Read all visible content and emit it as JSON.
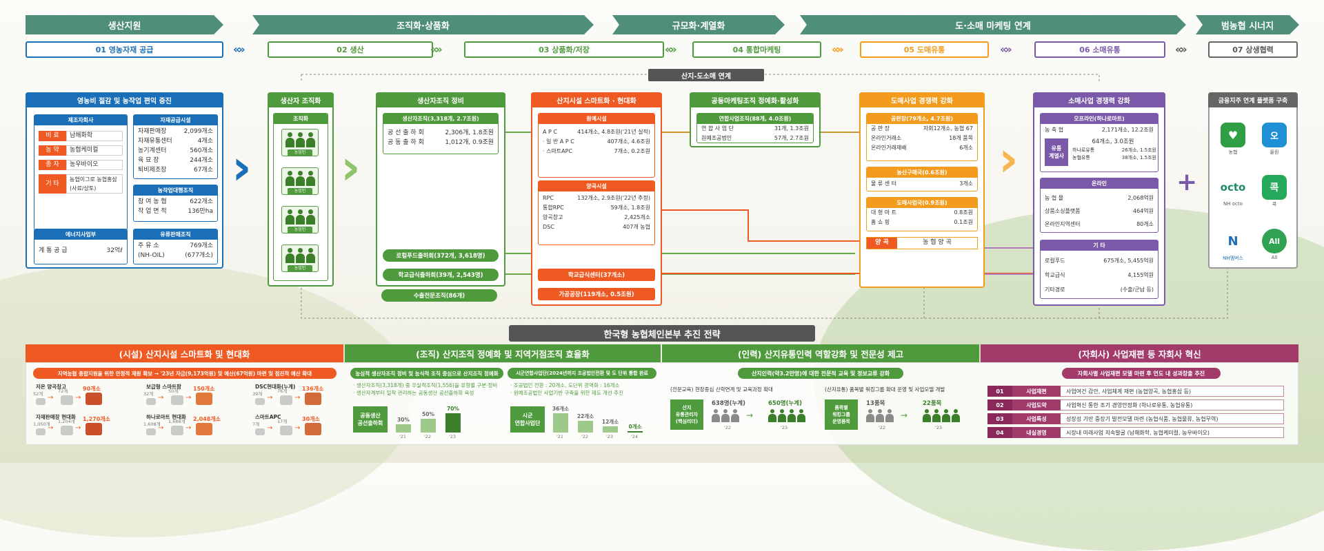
{
  "stages": [
    "생산지원",
    "조직화·상품화",
    "규모화·계열화",
    "도·소매 마케팅 연계",
    "범농협 시너지"
  ],
  "steps": [
    "01 영농자재 공급",
    "02 생산",
    "03 상품화/저장",
    "04 통합마케팅",
    "05 도매유통",
    "06 소매유통",
    "07 상생협력"
  ],
  "link_label": "산지-도소매 연계",
  "p1": {
    "title": "영농비 절감 및 농작업 편익 증진",
    "mfg": {
      "title": "제조자회사",
      "tags": [
        [
          "비 료",
          "남해화학"
        ],
        [
          "농 약",
          "농협케미컬"
        ],
        [
          "종 자",
          "농우바이오"
        ],
        [
          "기 타",
          "농협이그로 농협홍삼(사료/상토)"
        ]
      ]
    },
    "facility": {
      "title": "자재공급시설",
      "rows": [
        [
          "자재판매장",
          "2,099개소"
        ],
        [
          "자재유통센터",
          "4개소"
        ],
        [
          "농기계센터",
          "560개소"
        ],
        [
          "육 묘 장",
          "244개소"
        ],
        [
          "퇴비제조장",
          "67개소"
        ]
      ]
    },
    "labor": {
      "title": "농작업대행조직",
      "rows": [
        [
          "참 여 농 협",
          "622개소"
        ],
        [
          "작 업 면 적",
          "136만ha"
        ]
      ]
    },
    "energy": {
      "title": "에너지사업부",
      "rows": [
        [
          "계 통 공 급",
          "32억ℓ"
        ]
      ]
    },
    "fuel": {
      "title": "유류판매조직",
      "rows": [
        [
          "주 유 소",
          "769개소"
        ],
        [
          "(NH-OIL)",
          "(677개소)"
        ]
      ]
    }
  },
  "p2": {
    "title": "생산자 조직화",
    "sub": "조직화",
    "farmer": "농업인"
  },
  "p3": {
    "title": "생산자조직 정비",
    "org": {
      "title": "생산자조직(3,318개, 2.7조원)",
      "rows": [
        [
          "공 선 출 하 회",
          "2,306개, 1.8조원"
        ],
        [
          "공 동 출 하 회",
          "1,012개, 0.9조원"
        ]
      ]
    },
    "pills": [
      "로컬푸드출하회(372개, 3,618명)",
      "학교급식출하회(39개, 2,543명)",
      "수출전문조직(86개)"
    ]
  },
  "p4": {
    "title": "산지시설 스마트화 · 현대화",
    "ship": {
      "title": "원예시설",
      "rows": [
        [
          "A P C",
          "414개소, 4.8조원('21년 실적)"
        ],
        [
          "· 일 반 A P C",
          "407개소, 4.6조원"
        ],
        [
          "· 스마트APC",
          "7개소, 0.2조원"
        ]
      ]
    },
    "grain": {
      "title": "양곡시설",
      "rows": [
        [
          "RPC",
          "132개소, 2.9조원('22년 추정)"
        ],
        [
          "통합RPC",
          "59개소, 1.8조원"
        ],
        [
          "양곡창고",
          "2,425개소"
        ],
        [
          "DSC",
          "407개 농협"
        ]
      ]
    },
    "pills": [
      "학교급식센터(37개소)",
      "가공공장(119개소, 0.5조원)"
    ]
  },
  "p5": {
    "title": "공동마케팅조직 정예화·활성화",
    "box": {
      "title": "연합사업조직(88개, 4.0조원)",
      "rows": [
        [
          "연 합 사 업 단",
          "31개, 1.3조원"
        ],
        [
          "원예조공법인",
          "57개, 2.7조원"
        ]
      ]
    }
  },
  "p6": {
    "title": "도매사업 경쟁력 강화",
    "a": {
      "title": "공판장(79개소, 4.7조원)",
      "rows": [
        [
          "공 판 장",
          "자회12개소, 농협 67"
        ],
        [
          "온라인거래소",
          "18개 품목"
        ],
        [
          "온라인거래재배",
          "6개소"
        ]
      ]
    },
    "b": {
      "title": "농산구매국(0.6조원)",
      "rows": [
        [
          "물 류 센 터",
          "3개소"
        ]
      ]
    },
    "c": {
      "title": "도매사업국(0.9조원)",
      "rows": [
        [
          "대 형 마 트",
          "0.8조원"
        ],
        [
          "홈 쇼 핑",
          "0.1조원"
        ]
      ]
    },
    "grain_tag": "양 곡",
    "grain_val": "농 협 양 곡"
  },
  "p7": {
    "title": "소매사업 경쟁력 강화",
    "off": {
      "title": "오프라인(하나로마트)",
      "r1": [
        "농 축 협",
        "2,171개소, 12.2조원"
      ],
      "badge": "유통\n계열사",
      "r2": "64개소, 3.0조원",
      "r3": [
        [
          "하나로유통",
          "26개소, 1.5조원"
        ],
        [
          "농협유통",
          "38개소, 1.5조원"
        ]
      ]
    },
    "on": {
      "title": "온라인",
      "rows": [
        [
          "농 협 몰",
          "2,068억원"
        ],
        [
          "상품소싱플랫폼",
          "464억원"
        ],
        [
          "온라인지역센터",
          "80개소"
        ]
      ]
    },
    "etc": {
      "title": "기 타",
      "rows": [
        [
          "로컬푸드",
          "675개소, 5,455억원"
        ],
        [
          "학교급식",
          "4,155억원"
        ],
        [
          "기타경로",
          "(수출/군납 등)"
        ]
      ]
    }
  },
  "p8": {
    "title": "금융지주 연계 플랫폼 구축",
    "apps": [
      "농협",
      "올원",
      "NH octo",
      "콕",
      "NH멤버스",
      "All"
    ]
  },
  "strategy": "한국형 농협체인본부 추진 전략",
  "b1": {
    "title": "(시설) 산지시설 스마트화 및 현대화",
    "sub": "지역농협 종합지원을 위한 안정적 재원 확보 → '23년 자금(9,173억원) 및 예산(67억원) 마련 및 점진적 예산 확대",
    "items": [
      {
        "label": "저온 양곡창고",
        "v": [
          "52개",
          "72개",
          "90개소"
        ]
      },
      {
        "label": "보급형 스마트팜",
        "v": [
          "32개",
          "50개",
          "150개소"
        ]
      },
      {
        "label": "DSC현대화(누계)",
        "v": [
          "39개",
          "76개",
          "136개소"
        ]
      },
      {
        "label": "자재판매장 현대화",
        "v": [
          "1,050개",
          "1,204개",
          "1,270개소"
        ]
      },
      {
        "label": "하나로마트 현대화",
        "v": [
          "1,608개",
          "1,688개",
          "2,048개소"
        ]
      },
      {
        "label": "스마트APC",
        "v": [
          "7개",
          "17개",
          "30개소"
        ]
      }
    ]
  },
  "b2": {
    "title": "(조직) 산지조직 정예화 및 지역거점조직 효율화",
    "sub1": "농심적 생산자조직 정비 및 농식적 조직 중심으로 산지조직 정예화",
    "sub2": "시군연합사업단(2024년까지 조공법인전환 및 도 단위 통합 완료",
    "n1": [
      "· 생산자조직(3,318개) 중 우실적조직(1,556)을 유형별 구분·정비",
      "· 생산자계부터 일착 관리하는 공동생산 공선출하회 육성"
    ],
    "n2": [
      "· 조공법인 전환 : 20개소, 도단위 광역화 : 16개소",
      "· 원예조공법인 사업기반 구축을 위한 제도 개선 추진"
    ],
    "c1": {
      "label": "공동생산\n공선출하회",
      "v": [
        "30%",
        "50%",
        "70%"
      ],
      "y": [
        "'21",
        "'22",
        "'23"
      ]
    },
    "c2": {
      "label": "시군\n연합사업단",
      "v": [
        "36개소",
        "22개소",
        "12개소",
        "0개소"
      ],
      "y": [
        "'21",
        "'22",
        "'23",
        "'24"
      ]
    }
  },
  "b3": {
    "title": "(인력) 산지유통인력 역할강화 및 전문성 제고",
    "sub": "산지인력(약3.2만명)에 대한 전문적 교육 및 정보교류 강화",
    "n1": "(전문교육) 현장중심 산학연계 및 교육과정 확대",
    "n2": "(산지유통) 품목별 워킹그룹 확대 운영 및 사업모델 개발",
    "c1": {
      "label": "산지\n유통관리자\n(핵심리더)",
      "v": [
        "638명(누계)",
        "650명(누계)"
      ],
      "y": [
        "'22",
        "'23"
      ]
    },
    "c2": {
      "label": "품목별\n워킹그룹\n운영품목",
      "v": [
        "13품목",
        "22품목"
      ],
      "y": [
        "'22",
        "'23"
      ]
    }
  },
  "b4": {
    "title": "(자회사) 사업재편 등 자회사 혁신",
    "sub": "자회사별 사업재편 모델 마련 후 연도 내 성과창출 추진",
    "rows": [
      [
        "01",
        "사업재편",
        "사업여건 감안, 사업체계 재편 (농협양곡, 농협홍삼 등)"
      ],
      [
        "02",
        "사업도약",
        "사업혁신 통한 조기 경영안정화 (하나로유통, 농협유통)"
      ],
      [
        "03",
        "사업특성",
        "성장성 기반 중장기 발전모델 마련 (농협식품, 농협물류, 농협무역)"
      ],
      [
        "04",
        "내실경영",
        "시장내 미래사업 지속발굴 (남해화학, 농협케미컬, 농우바이오)"
      ]
    ]
  },
  "colors": {
    "green": "#4f9a3c",
    "orange": "#ef5a23",
    "amber": "#f29b1d",
    "purple": "#7a5aa8",
    "blue": "#1b6fb8",
    "teal": "#4e8e7b",
    "magenta": "#a23a6a"
  }
}
